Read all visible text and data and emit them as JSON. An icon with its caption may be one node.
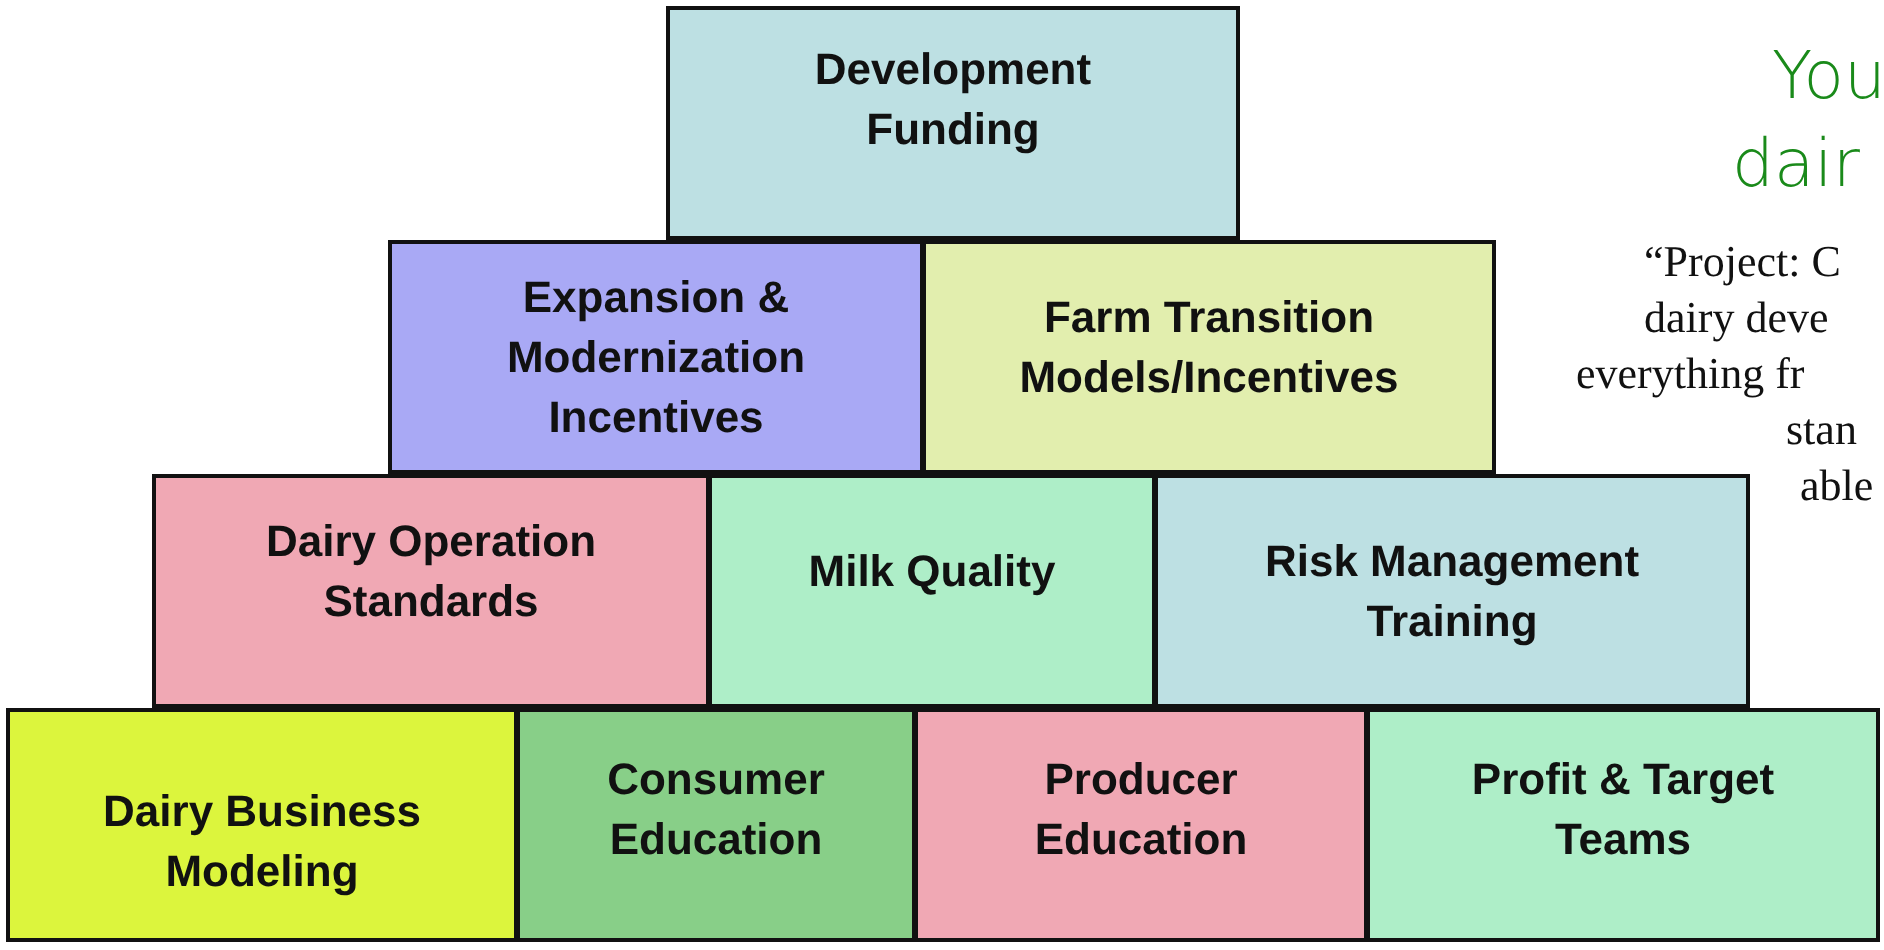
{
  "diagram": {
    "nodes": [
      {
        "text": [
          "Development Funding"
        ]
      },
      {
        "text": [
          "Expansion & Modernization Incentives"
        ]
      },
      {
        "text": [
          "Farm Transition Models/Incentives"
        ]
      },
      {
        "text": [
          "Dairy Operation Standards"
        ]
      },
      {
        "text": [
          "Milk Quality"
        ]
      },
      {
        "text": [
          "Risk Management Training"
        ]
      },
      {
        "text": [
          "Dairy Business Modeling"
        ]
      },
      {
        "text": [
          "Consumer Education"
        ]
      },
      {
        "text": [
          "Producer Education"
        ]
      },
      {
        "text": [
          "Profit & Target Teams"
        ]
      }
    ],
    "labels": [
      "You",
      "dair",
      "“Project: C",
      "dairy deve",
      "everything fr",
      "stan",
      "able"
    ]
  }
}
